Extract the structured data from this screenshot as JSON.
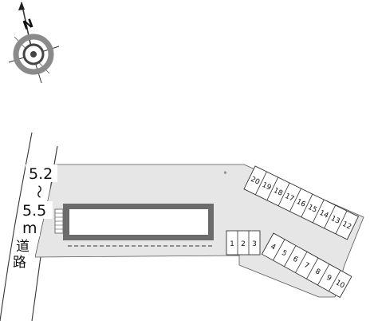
{
  "compass": {
    "north_label": "N",
    "icon": "compass-rose-icon"
  },
  "road": {
    "width_min": "5.2",
    "tilde": "〜",
    "width_max": "5.5",
    "unit": "m",
    "name_chars": [
      "道",
      "路"
    ]
  },
  "site": {
    "fill_color": "#e6e6e6",
    "building_color": "#6b6b6b",
    "small_mark": "ª"
  },
  "parking": {
    "upper_row": [
      "20",
      "19",
      "18",
      "17",
      "16",
      "15",
      "14",
      "13",
      "12"
    ],
    "middle_row": [
      "1",
      "2",
      "3"
    ],
    "lower_row": [
      "4",
      "5",
      "6",
      "7",
      "8",
      "9",
      "10"
    ]
  }
}
